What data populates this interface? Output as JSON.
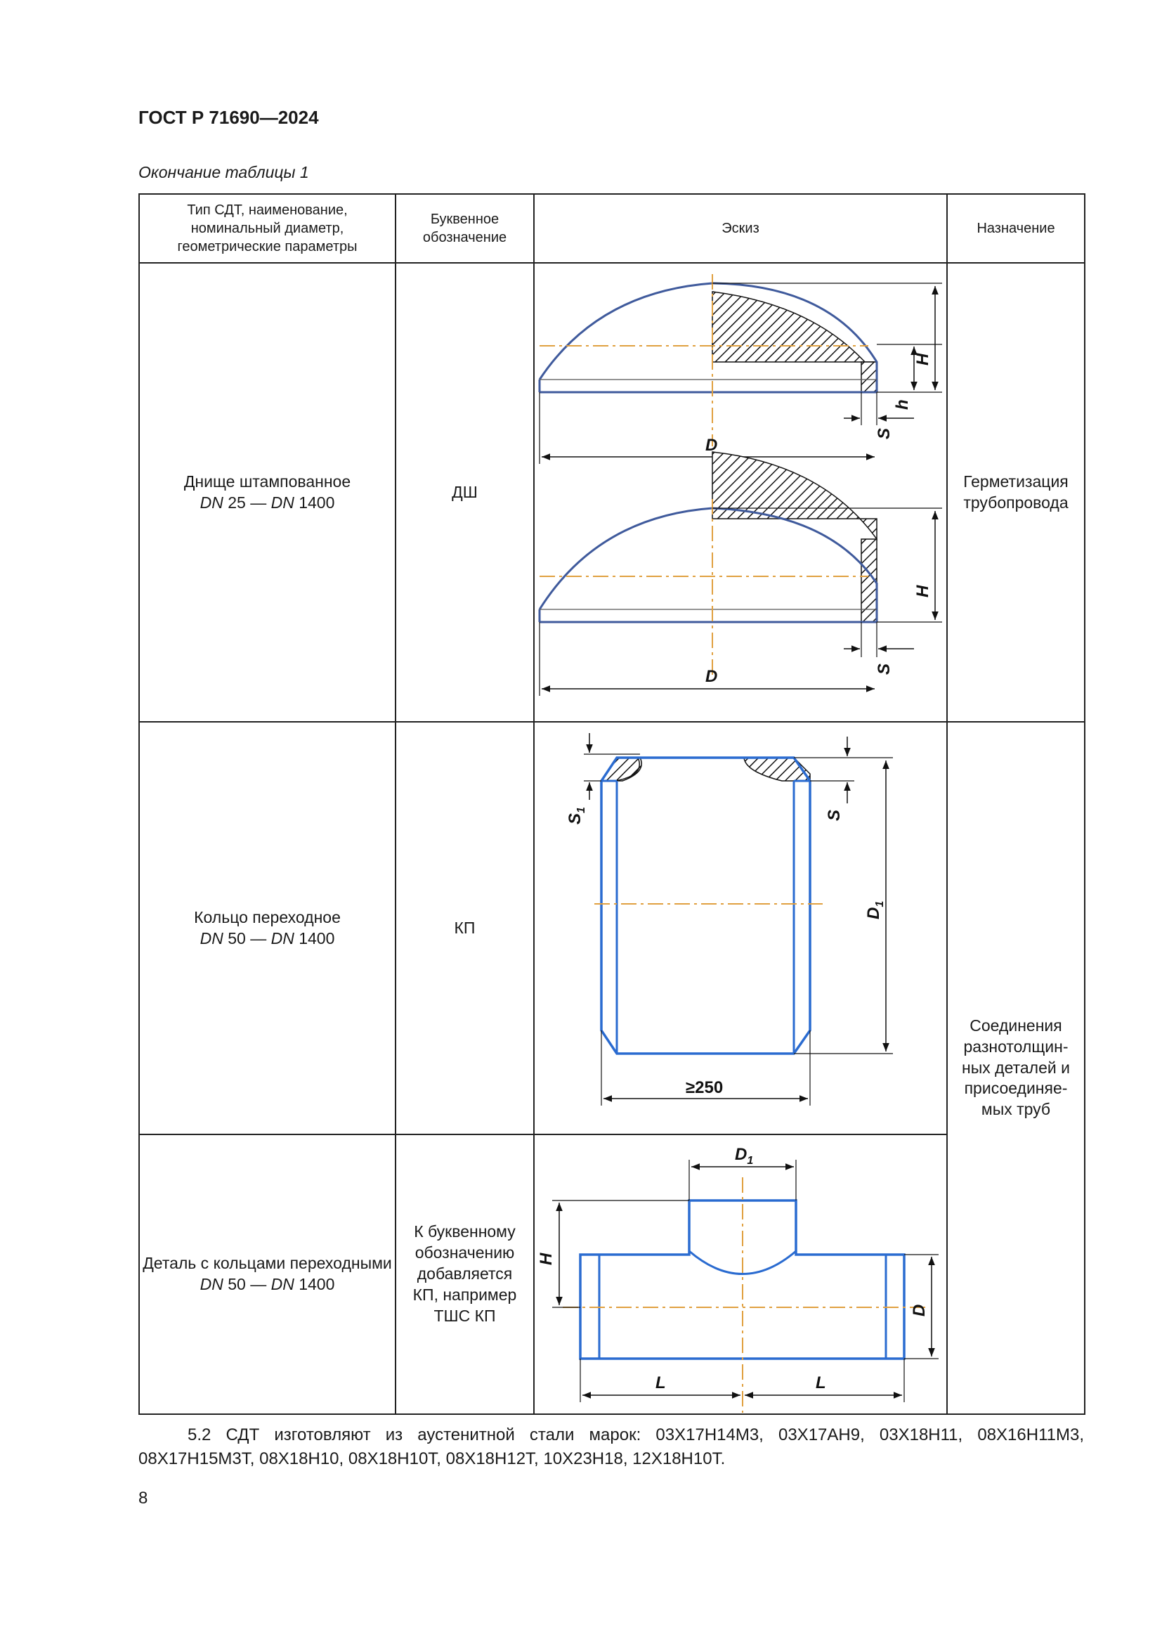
{
  "header": {
    "standard": "ГОСТ Р 71690—2024"
  },
  "caption": "Окончание таблицы 1",
  "table": {
    "columns": [
      "Тип СДТ, наименование, номинальный диаметр, геометрические параметры",
      "Буквенное обозначение",
      "Эскиз",
      "Назначение"
    ],
    "rows": [
      {
        "type_name": "Днище штампованное",
        "type_range": {
          "a": "DN",
          "b": " 25 — ",
          "c": "DN",
          "d": " 1400"
        },
        "code": "ДШ",
        "purpose": "Герметизация трубопровода",
        "sketch_labels": {
          "H": "H",
          "h": "h",
          "S": "S",
          "D": "D"
        }
      },
      {
        "type_name": "Кольцо переходное",
        "type_range": {
          "a": "DN",
          "b": " 50 — ",
          "c": "DN",
          "d": " 1400"
        },
        "code": "КП",
        "purpose": "Соединения разнотолщин-ных деталей и присоединяе-мых труб",
        "sketch_labels": {
          "S1": "S",
          "S1_sub": "1",
          "S": "S",
          "D1": "D",
          "D1_sub": "1",
          "min_len": "≥250"
        }
      },
      {
        "type_name": "Деталь с кольцами переходными",
        "type_range": {
          "a": "DN",
          "b": " 50 — ",
          "c": "DN",
          "d": " 1400"
        },
        "code": "К буквенному обозначению добавляется КП, например ТШС КП",
        "sketch_labels": {
          "D1": "D",
          "D1_sub": "1",
          "H": "H",
          "D": "D",
          "L": "L"
        }
      }
    ]
  },
  "paragraph": "5.2 СДТ изготовляют из аустенитной стали марок: 03Х17Н14М3, 03Х17АН9, 03Х18Н11, 08Х16Н11М3, 08Х17Н15М3Т, 08Х18Н10, 08Х18Н10Т, 08Х18Н12Т, 10Х23Н18, 12Х18Н10Т.",
  "page_number": "8",
  "colors": {
    "outline": "#3f5a9c",
    "axis": "#e0a040",
    "ring": "#2a6bd0"
  }
}
